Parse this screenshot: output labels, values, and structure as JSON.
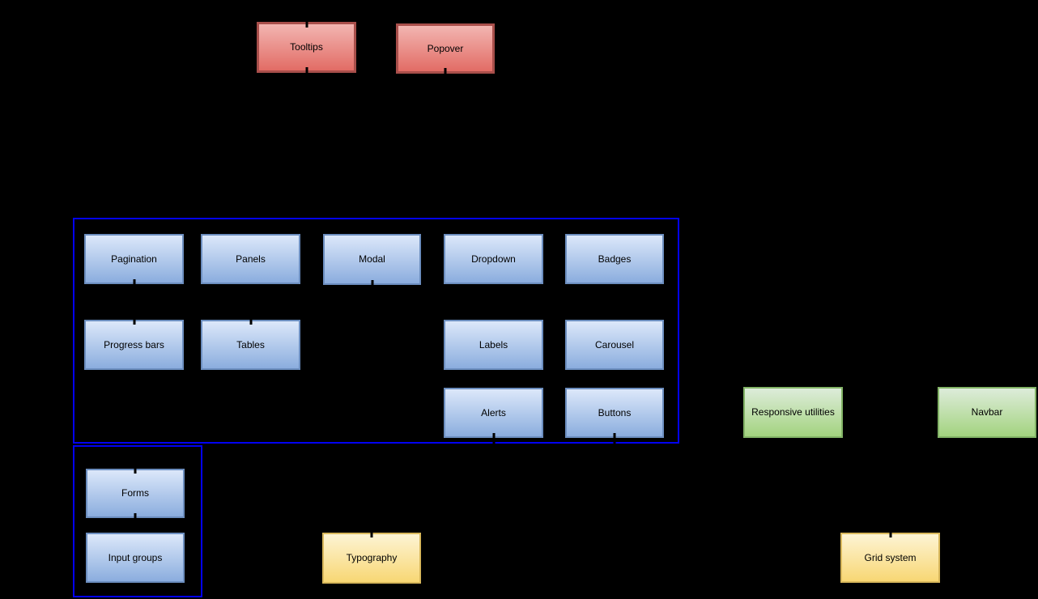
{
  "canvas": {
    "background": "#000000"
  },
  "palette": {
    "group_border": "#0202f2",
    "blue": {
      "fill_top": "#dce8fa",
      "fill_bottom": "#8badde",
      "stroke": "#6c8ebf"
    },
    "red": {
      "fill_top": "#f2b5b1",
      "fill_bottom": "#e26c65",
      "stroke": "#a94f4b"
    },
    "green": {
      "fill_top": "#ddecda",
      "fill_bottom": "#a3d37f",
      "stroke": "#82b366"
    },
    "yellow": {
      "fill_top": "#fdf4d4",
      "fill_bottom": "#f8d774",
      "stroke": "#d9b85c"
    },
    "label_color": "#000000"
  },
  "nodes": [
    {
      "id": "tooltips",
      "label": "Tooltips",
      "theme": "red"
    },
    {
      "id": "popover",
      "label": "Popover",
      "theme": "red"
    },
    {
      "id": "pagination",
      "label": "Pagination",
      "theme": "blue"
    },
    {
      "id": "panels",
      "label": "Panels",
      "theme": "blue"
    },
    {
      "id": "modal",
      "label": "Modal",
      "theme": "blue"
    },
    {
      "id": "dropdown",
      "label": "Dropdown",
      "theme": "blue"
    },
    {
      "id": "badges",
      "label": "Badges",
      "theme": "blue"
    },
    {
      "id": "progress-bars",
      "label": "Progress bars",
      "theme": "blue"
    },
    {
      "id": "tables",
      "label": "Tables",
      "theme": "blue"
    },
    {
      "id": "labels",
      "label": "Labels",
      "theme": "blue"
    },
    {
      "id": "carousel",
      "label": "Carousel",
      "theme": "blue"
    },
    {
      "id": "alerts",
      "label": "Alerts",
      "theme": "blue"
    },
    {
      "id": "buttons",
      "label": "Buttons",
      "theme": "blue"
    },
    {
      "id": "responsive-utilities",
      "label": "Responsive utilities",
      "theme": "green"
    },
    {
      "id": "navbar",
      "label": "Navbar",
      "theme": "green"
    },
    {
      "id": "forms",
      "label": "Forms",
      "theme": "blue"
    },
    {
      "id": "input-groups",
      "label": "Input groups",
      "theme": "blue"
    },
    {
      "id": "typography",
      "label": "Typography",
      "theme": "yellow"
    },
    {
      "id": "grid-system",
      "label": "Grid system",
      "theme": "yellow"
    }
  ],
  "groups": [
    {
      "id": "components-group"
    },
    {
      "id": "forms-group"
    }
  ]
}
